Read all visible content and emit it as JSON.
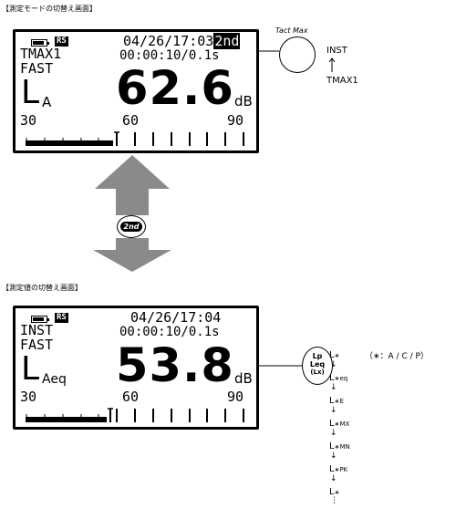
{
  "heading_mode": "【測定モードの切替え画面】",
  "heading_value": "【測定値の切替え画面】",
  "screen1": {
    "rs": "RS",
    "datetime": "04/26/17:03",
    "badge": "2nd",
    "mode": "TMAX1",
    "elapsed": "00:00:10/0.1s",
    "response": "FAST",
    "symbol": "L",
    "symbol_sub": "A",
    "value": "62.6",
    "unit": "dB",
    "scale": [
      "30",
      "60",
      "90"
    ],
    "bar_level": 0.4
  },
  "screen2": {
    "rs": "RS",
    "datetime": "04/26/17:04",
    "mode": "INST",
    "elapsed": "00:00:10/0.1s",
    "response": "FAST",
    "symbol": "L",
    "symbol_sub": "Aeq",
    "value": "53.8",
    "unit": "dB",
    "scale": [
      "30",
      "60",
      "90"
    ],
    "bar_level": 0.37
  },
  "tact_key": {
    "label": "Tact Max"
  },
  "mode_cycle": {
    "top": "INST",
    "bottom": "TMAX1"
  },
  "second_key": {
    "label": "2nd"
  },
  "lp_key": {
    "line1": "Lp",
    "line2": "Leq",
    "line3": "(Lx)"
  },
  "legend": {
    "note": "（∗：A / C / P）"
  },
  "value_cycle": [
    {
      "main": "L",
      "sub": "∗"
    },
    {
      "main": "L",
      "sub": "∗eq"
    },
    {
      "main": "L",
      "sub": "∗E"
    },
    {
      "main": "L",
      "sub": "∗MX"
    },
    {
      "main": "L",
      "sub": "∗MN"
    },
    {
      "main": "L",
      "sub": "∗PK"
    },
    {
      "main": "L",
      "sub": "∗"
    }
  ],
  "colors": {
    "arrow": "#8a8a8a",
    "lcd_ink": "#000000"
  }
}
